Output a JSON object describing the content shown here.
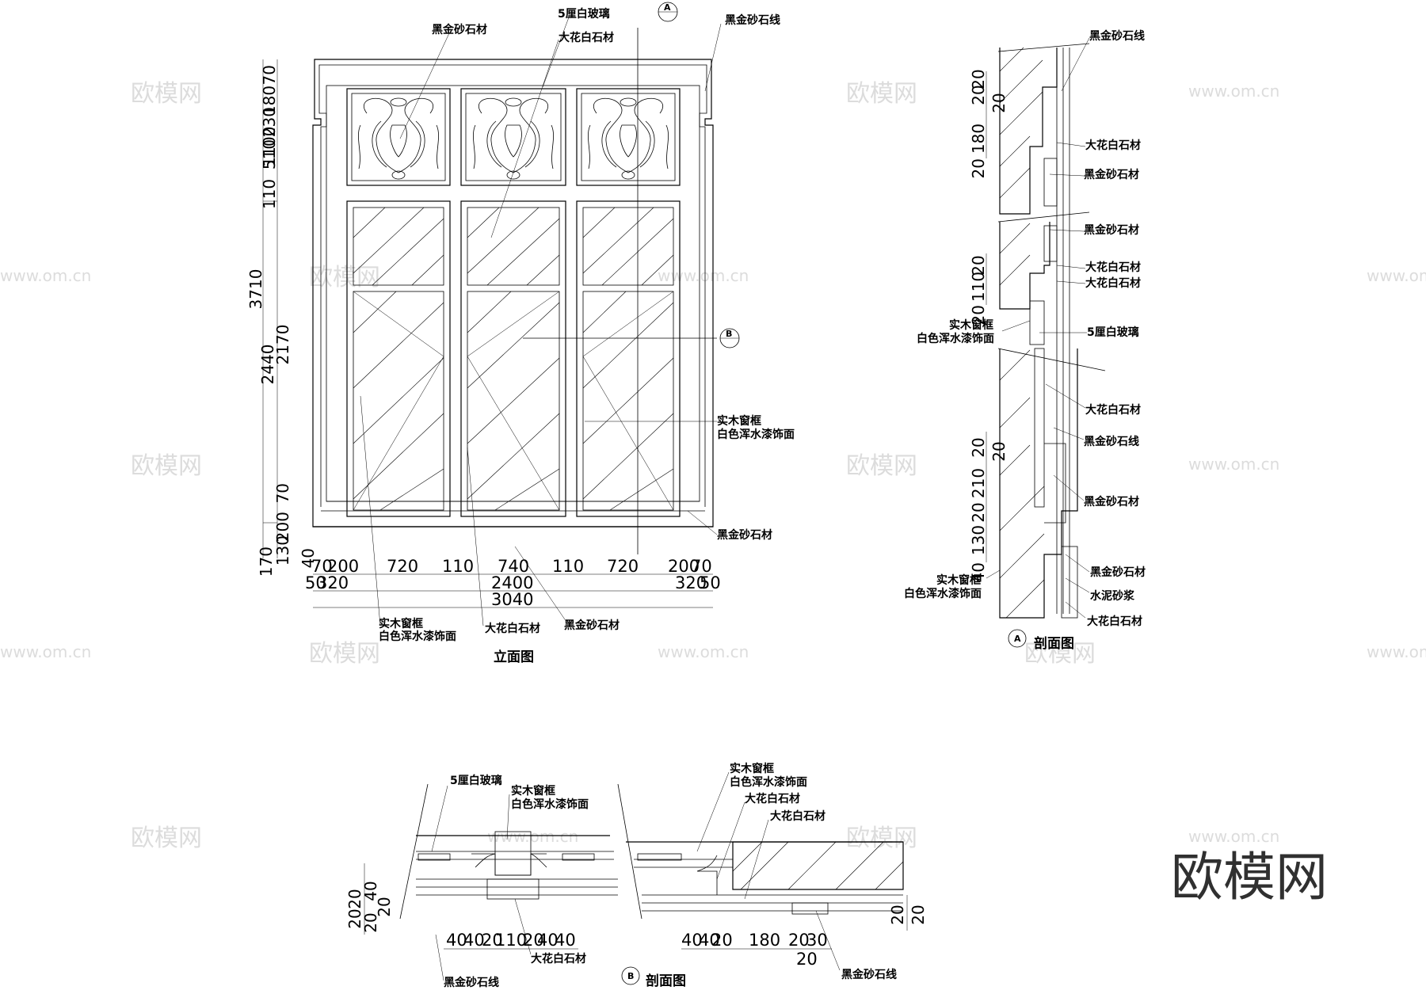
{
  "watermark": {
    "brand": "欧模网",
    "url": "www.om.cn",
    "logo": "欧模网"
  },
  "elevation": {
    "title": "立面图",
    "labels": {
      "black_sand_stone_top": "黑金砂石材",
      "glass_5mm": "5厘白玻璃",
      "white_marble": "大花白石材",
      "black_sand_line": "黑金砂石线",
      "frame_line1": "实木窗框",
      "frame_line2": "白色浑水漆饰面",
      "black_sand_stone_right": "黑金砂石材",
      "bottom_frame_line1": "实木窗框",
      "bottom_frame_line2": "白色浑水漆饰面",
      "bottom_marble": "大花白石材",
      "bottom_black_sand": "黑金砂石材"
    },
    "section_mark_a": "A",
    "section_mark_b": "B",
    "left_dims": [
      "70",
      "180",
      "230",
      "510",
      "110",
      "1100",
      "3710",
      "2170",
      "2440",
      "70",
      "200",
      "130",
      "170",
      "40"
    ],
    "bottom_dims_row1": [
      "70",
      "200",
      "720",
      "110",
      "740",
      "110",
      "720",
      "200",
      "70"
    ],
    "bottom_dims_row2": [
      "50",
      "320",
      "2400",
      "320",
      "50"
    ],
    "total_width": "3040"
  },
  "section_a": {
    "title": "剖面图",
    "mark": "A",
    "labels": {
      "black_sand_line_top": "黑金砂石线",
      "marble_1": "大花白石材",
      "black_sand_1": "黑金砂石材",
      "black_sand_2": "黑金砂石材",
      "marble_2": "大花白石材",
      "marble_3": "大花白石材",
      "glass": "5厘白玻璃",
      "frame_1_line1": "实木窗框",
      "frame_1_line2": "白色浑水漆饰面",
      "marble_4": "大花白石材",
      "black_sand_line_2": "黑金砂石线",
      "black_sand_3": "黑金砂石材",
      "black_sand_4": "黑金砂石材",
      "mortar": "水泥砂浆",
      "marble_5": "大花白石材",
      "frame_2_line1": "实木窗框",
      "frame_2_line2": "白色浑水漆饰面"
    },
    "dims_top": [
      "20",
      "180",
      "20",
      "20",
      "20"
    ],
    "dims_mid": [
      "20",
      "110",
      "20"
    ],
    "dims_low": [
      "20",
      "20",
      "210",
      "20",
      "130",
      "40"
    ]
  },
  "section_b": {
    "title": "剖面图",
    "mark": "B",
    "labels": {
      "glass": "5厘白玻璃",
      "frame_l_line1": "实木窗框",
      "frame_l_line2": "白色浑水漆饰面",
      "frame_r_line1": "实木窗框",
      "frame_r_line2": "白色浑水漆饰面",
      "marble_1": "大花白石材",
      "marble_2": "大花白石材",
      "marble_bottom": "大花白石材",
      "black_sand_line_l": "黑金砂石线",
      "black_sand_line_r": "黑金砂石线"
    },
    "left_vertical_dims": [
      "20",
      "20",
      "40",
      "20",
      "20"
    ],
    "bottom_dims_left": [
      "40",
      "40",
      "20",
      "110",
      "20",
      "40",
      "40"
    ],
    "bottom_dims_right": [
      "40",
      "40",
      "20",
      "180",
      "20",
      "30"
    ],
    "extra_dim": "20",
    "right_vertical_dims": [
      "20",
      "20"
    ]
  }
}
